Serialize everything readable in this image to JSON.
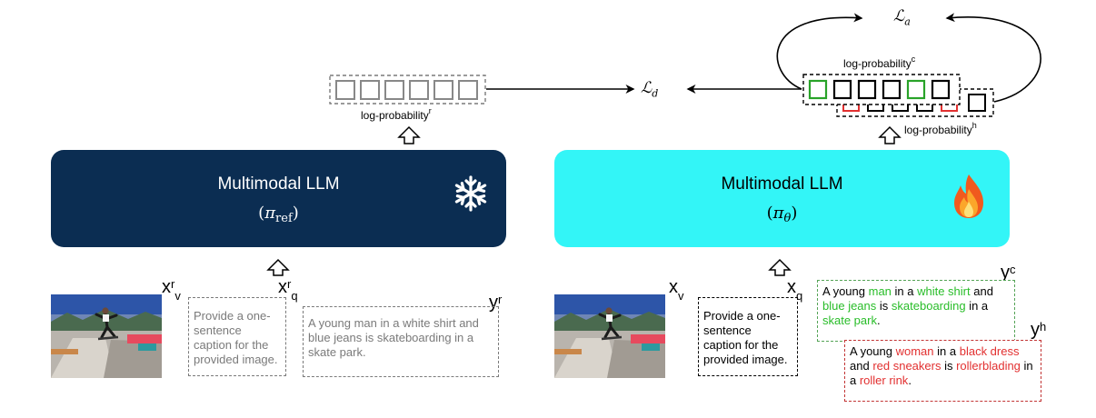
{
  "reference_model": {
    "title": "Multimodal LLM",
    "symbol": "π",
    "symbol_subscript": "ref",
    "icon": "snowflake-icon",
    "color": "#0b2d52"
  },
  "policy_model": {
    "title": "Multimodal LLM",
    "symbol": "π",
    "symbol_subscript": "θ",
    "icon": "fire-icon",
    "color": "#33f5f7"
  },
  "left_inputs": {
    "image_label": "x",
    "image_label_sup": "r",
    "image_label_sub": "v",
    "prompt_label": "x",
    "prompt_label_sup": "r",
    "prompt_label_sub": "q",
    "prompt_text": "Provide a one-sentence caption for the provided image.",
    "response_label": "y",
    "response_label_sup": "r",
    "response_text": "A young man in a white shirt and blue jeans is skateboarding in a skate park."
  },
  "right_inputs": {
    "image_label": "x",
    "image_label_sub": "v",
    "prompt_label": "x",
    "prompt_label_sub": "q",
    "prompt_text": "Provide a one-sentence caption for the provided image.",
    "chosen_label": "y",
    "chosen_label_sup": "c",
    "chosen_segments": [
      {
        "text": "A young ",
        "style": "plain"
      },
      {
        "text": "man",
        "style": "green"
      },
      {
        "text": " in a ",
        "style": "plain"
      },
      {
        "text": "white shirt",
        "style": "green"
      },
      {
        "text": " and ",
        "style": "plain"
      },
      {
        "text": "blue jeans",
        "style": "green"
      },
      {
        "text": " is ",
        "style": "plain"
      },
      {
        "text": "skateboarding",
        "style": "green"
      },
      {
        "text": " in a ",
        "style": "plain"
      },
      {
        "text": "skate park",
        "style": "green"
      },
      {
        "text": ".",
        "style": "plain"
      }
    ],
    "hallucinated_label": "y",
    "hallucinated_label_sup": "h",
    "hallucinated_segments": [
      {
        "text": "A young ",
        "style": "plain"
      },
      {
        "text": "woman",
        "style": "red"
      },
      {
        "text": " in a ",
        "style": "plain"
      },
      {
        "text": "black dress",
        "style": "red"
      },
      {
        "text": " and ",
        "style": "plain"
      },
      {
        "text": "red sneakers",
        "style": "red"
      },
      {
        "text": " is ",
        "style": "plain"
      },
      {
        "text": "rollerblading",
        "style": "red"
      },
      {
        "text": " in a  ",
        "style": "plain"
      },
      {
        "text": "roller rink",
        "style": "red"
      },
      {
        "text": ".",
        "style": "plain"
      }
    ]
  },
  "log_probs": {
    "reference_label": "log-probability",
    "reference_sup": "r",
    "chosen_label": "log-probability",
    "chosen_sup": "c",
    "hallucinated_label": "log-probability",
    "hallucinated_sup": "h"
  },
  "losses": {
    "loss_d": "ℒ",
    "loss_d_sub": "d",
    "loss_a": "ℒ",
    "loss_a_sub": "a"
  },
  "colors": {
    "chosen": "#29bd29",
    "hallucinated": "#e23030",
    "reference_text": "#7a7a7a"
  }
}
